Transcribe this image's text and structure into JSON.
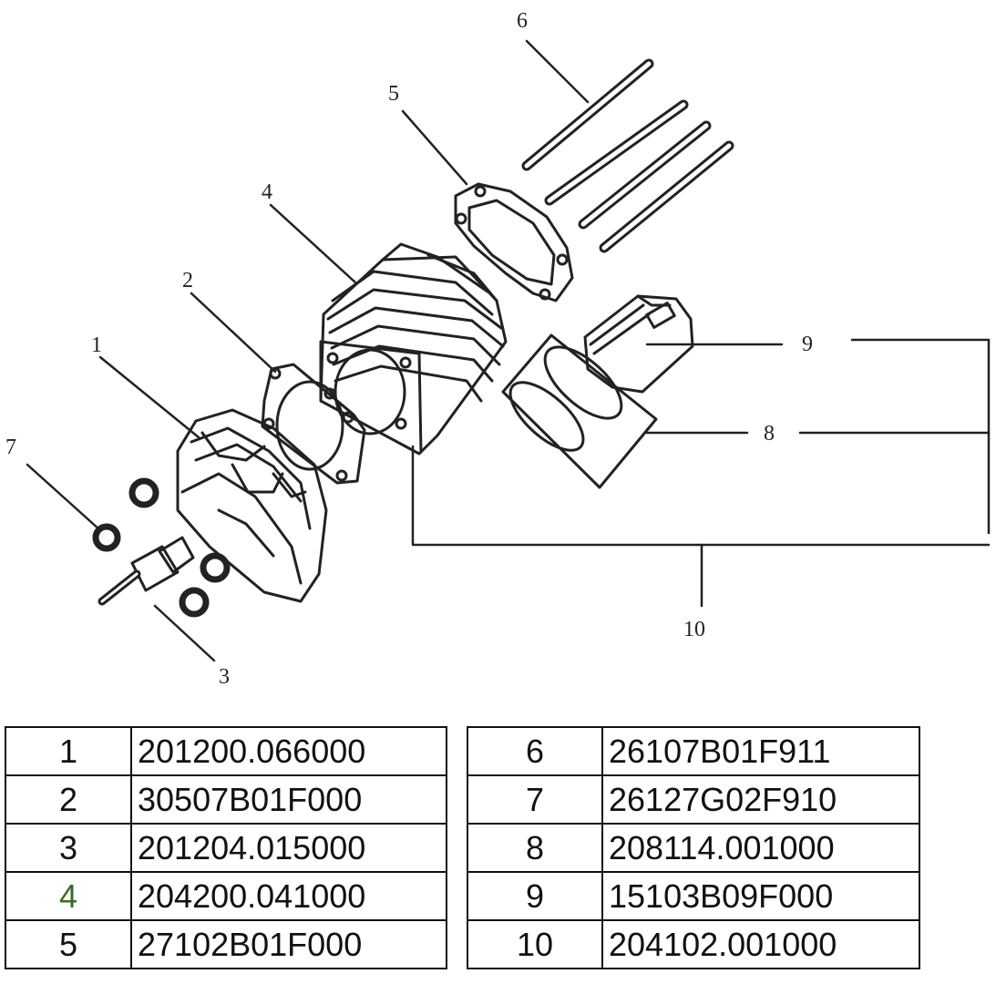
{
  "callouts": [
    "1",
    "2",
    "3",
    "4",
    "5",
    "6",
    "7",
    "8",
    "9",
    "10"
  ],
  "parts_table": {
    "left": [
      {
        "num": "1",
        "code": "201200.066000",
        "num_color": "#111111"
      },
      {
        "num": "2",
        "code": "30507B01F000",
        "num_color": "#111111"
      },
      {
        "num": "3",
        "code": "201204.015000",
        "num_color": "#111111"
      },
      {
        "num": "4",
        "code": "204200.041000",
        "num_color": "#3a6b2a"
      },
      {
        "num": "5",
        "code": "27102B01F000",
        "num_color": "#111111"
      }
    ],
    "right": [
      {
        "num": "6",
        "code": "26107B01F911",
        "num_color": "#111111"
      },
      {
        "num": "7",
        "code": "26127G02F910",
        "num_color": "#111111"
      },
      {
        "num": "8",
        "code": "208114.001000",
        "num_color": "#111111"
      },
      {
        "num": "9",
        "code": "15103B09F000",
        "num_color": "#111111"
      },
      {
        "num": "10",
        "code": "204102.001000",
        "num_color": "#111111"
      }
    ]
  }
}
